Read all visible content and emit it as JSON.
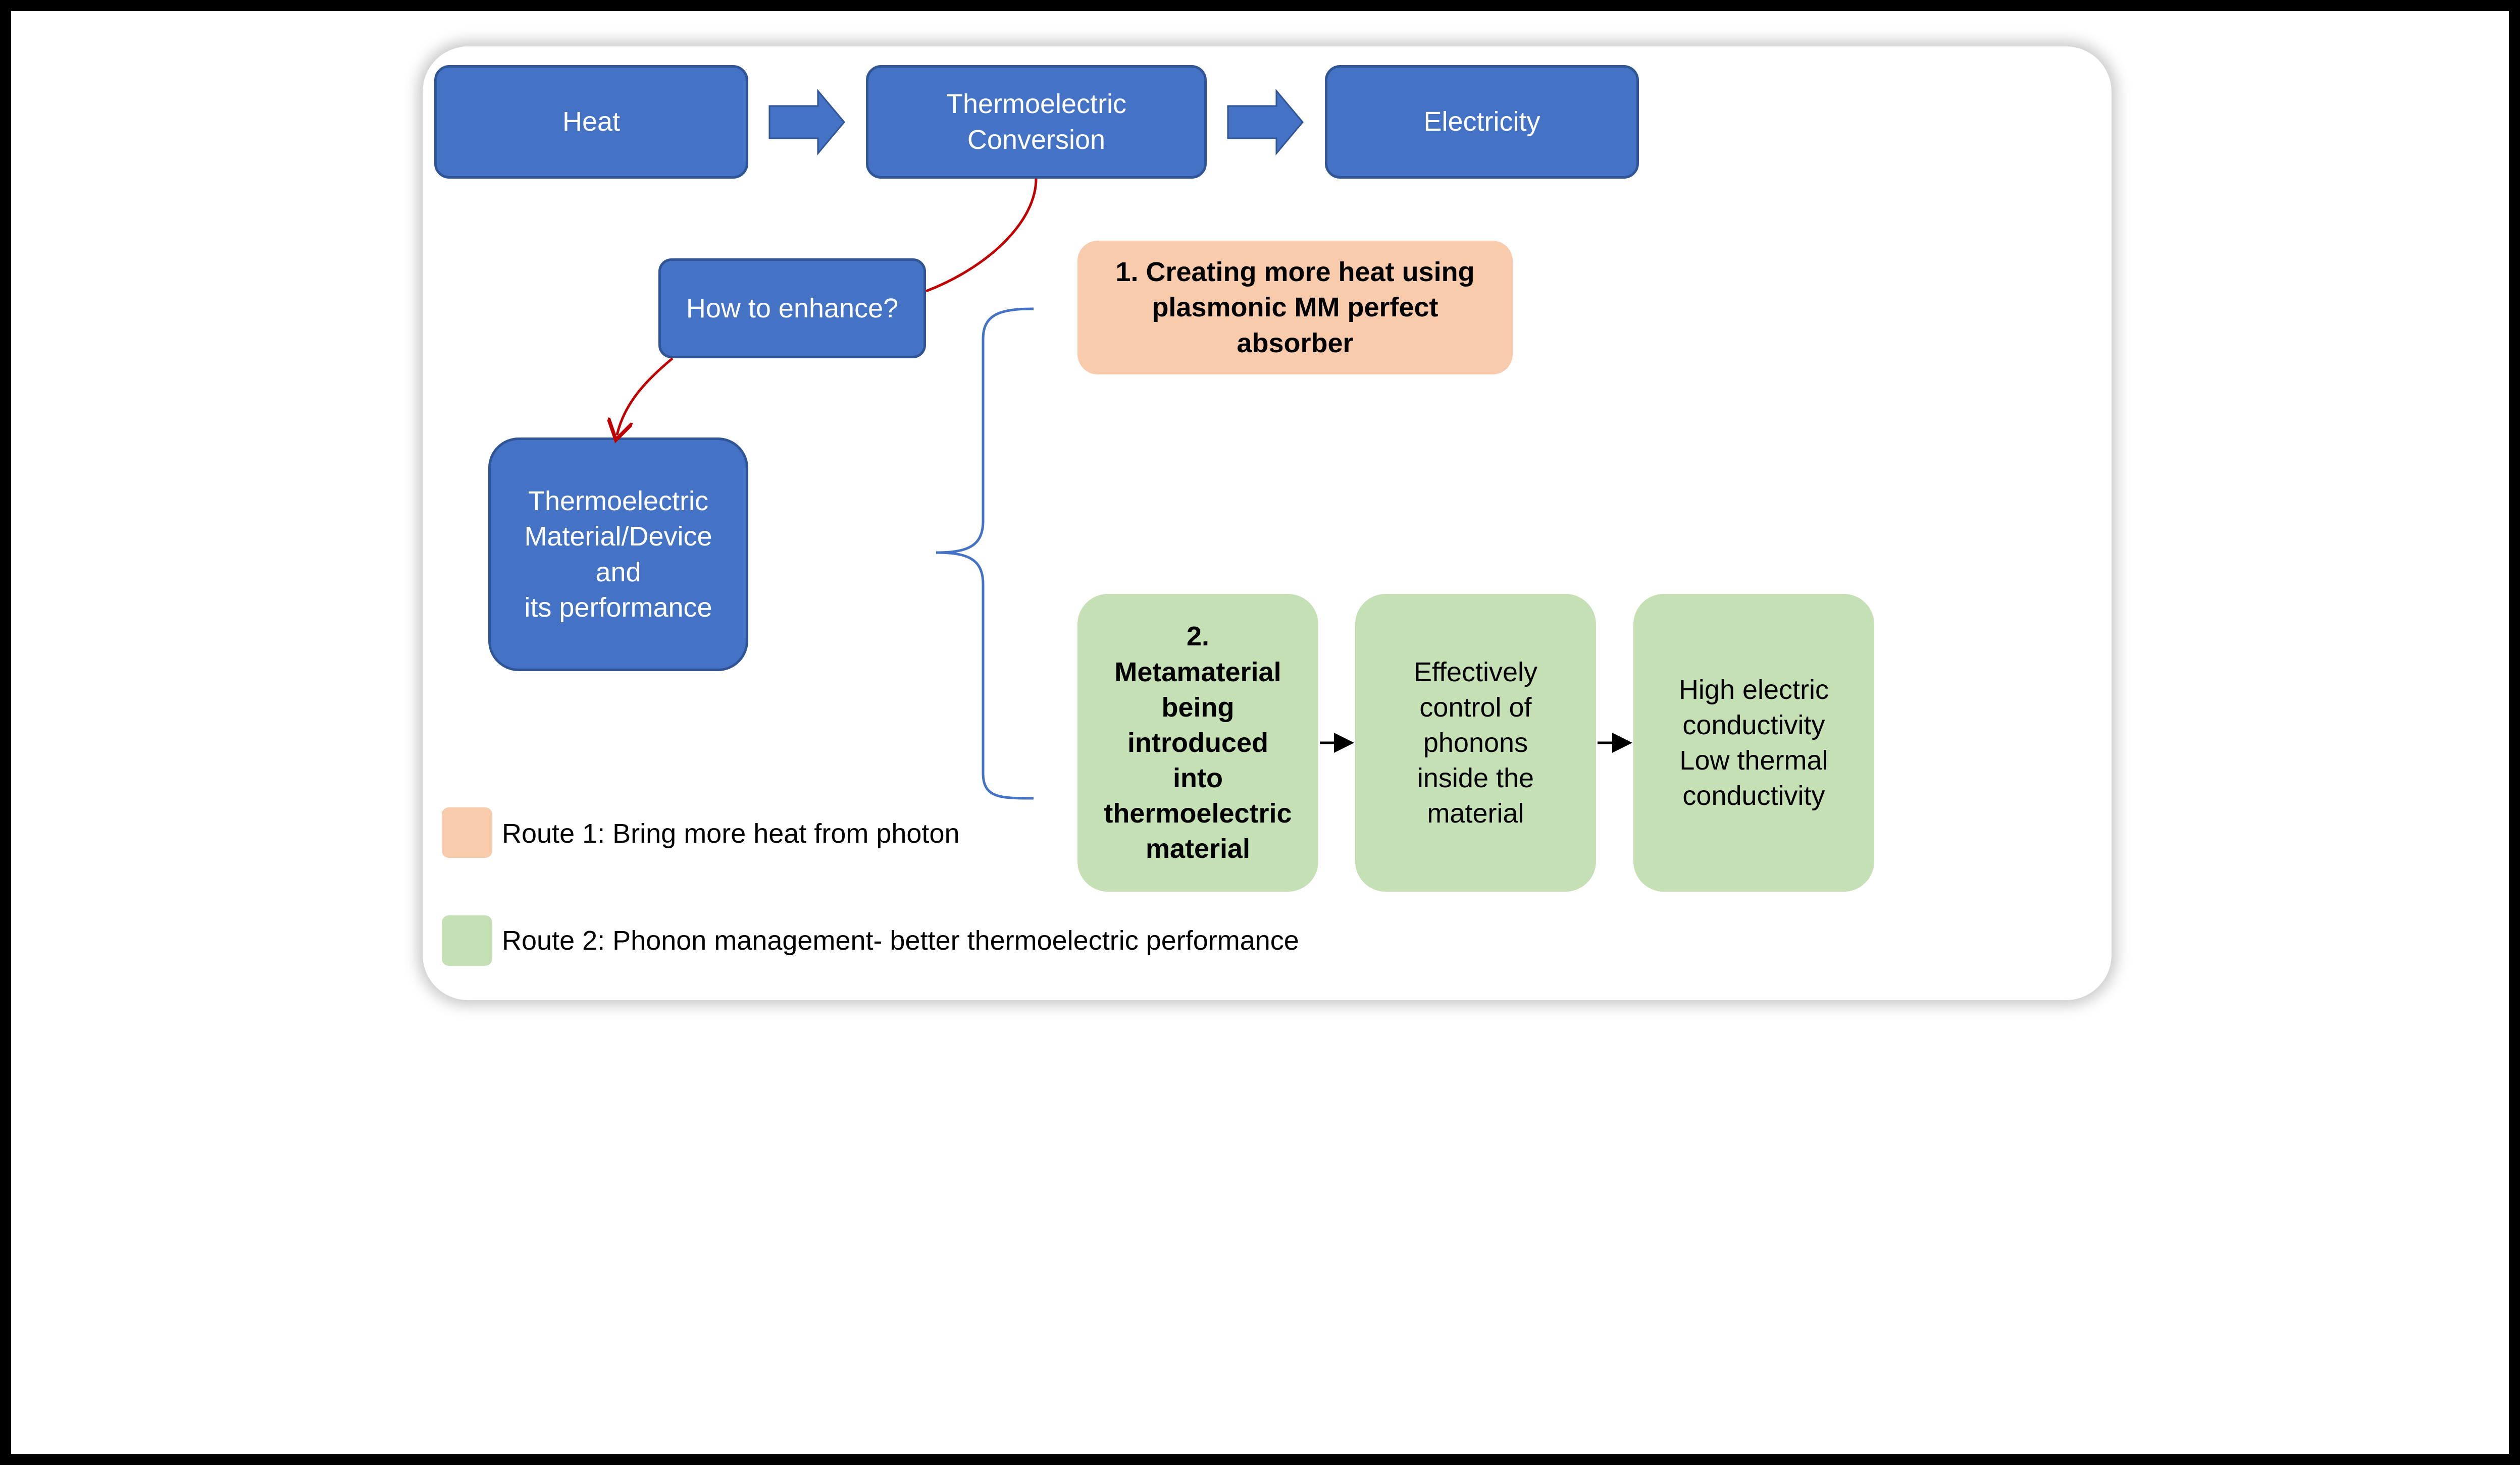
{
  "diagram": {
    "top_flow": {
      "heat": "Heat",
      "conversion": "Thermoelectric\nConversion",
      "electricity": "Electricity"
    },
    "question": "How to enhance?",
    "material": "Thermoelectric\nMaterial/Device\nand\nits performance",
    "route1_box": "1. Creating more heat using\nplasmonic MM perfect\nabsorber",
    "route2_boxes": [
      "2.\nMetamaterial\nbeing\nintroduced\ninto\nthermoelectric\nmaterial",
      "Effectively\ncontrol of\nphonons\ninside the\nmaterial",
      "High electric\nconductivity\nLow thermal\nconductivity"
    ],
    "legend": [
      {
        "label": "Route 1: Bring more heat from photon",
        "color": "#f8cbad"
      },
      {
        "label": "Route 2: Phonon management- better thermoelectric performance",
        "color": "#c5e0b4"
      }
    ]
  },
  "colors": {
    "node_blue": "#4472c4",
    "node_blue_border": "#2f5597",
    "route1": "#f8cbad",
    "route2": "#c5e0b4",
    "connector_red": "#c00000",
    "brace_blue": "#4472c4"
  }
}
